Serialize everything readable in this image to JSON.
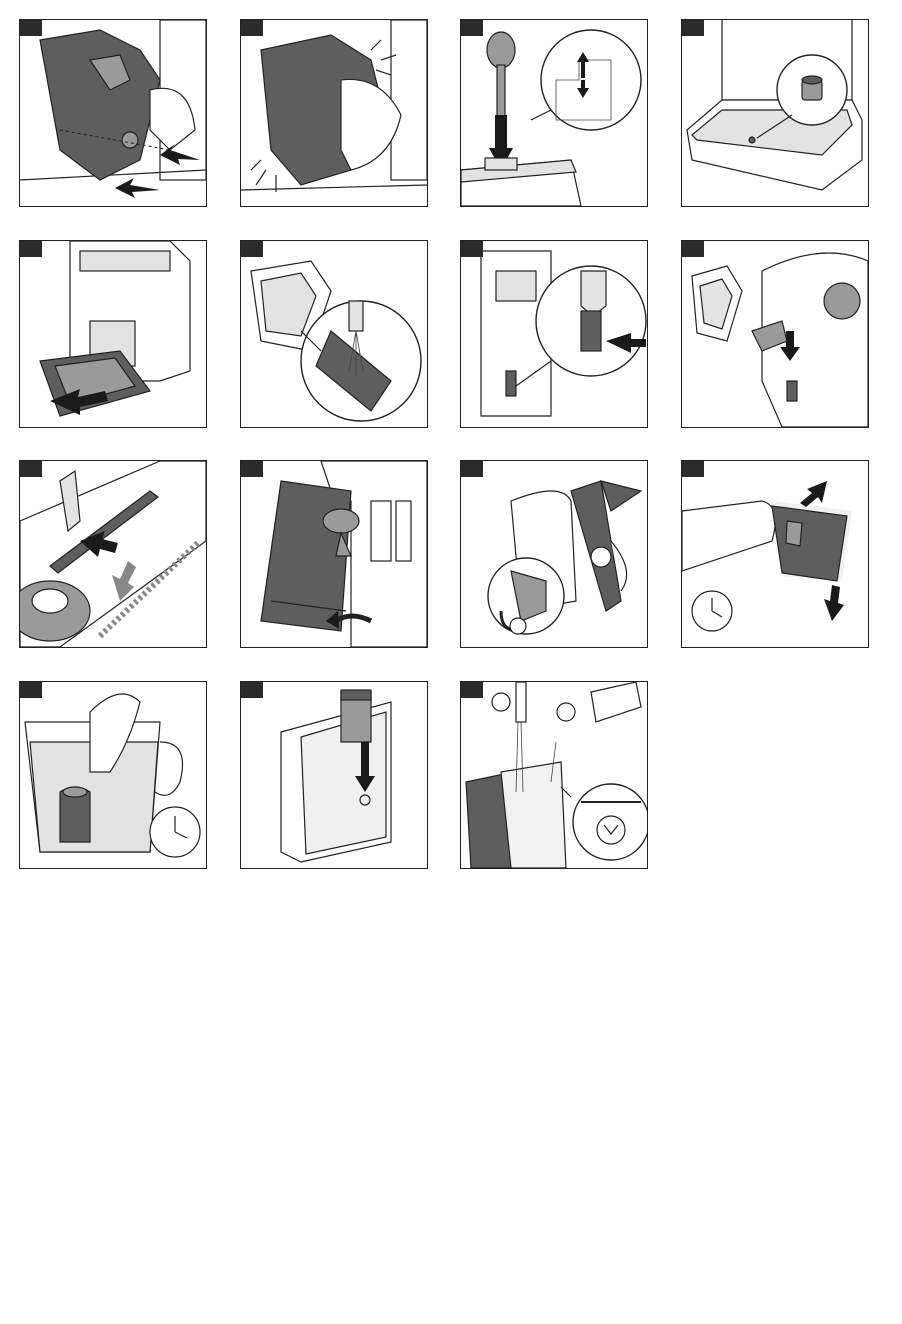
{
  "document": {
    "panels": [
      {
        "id": 1,
        "badge": "",
        "scene": "brew-group-insert"
      },
      {
        "id": 2,
        "badge": "",
        "scene": "brew-group-click"
      },
      {
        "id": 3,
        "badge": "",
        "scene": "spoon-ground-coffee"
      },
      {
        "id": 4,
        "badge": "",
        "scene": "drip-tray-indicator"
      },
      {
        "id": 5,
        "badge": "",
        "scene": "drip-tray-remove"
      },
      {
        "id": 6,
        "badge": "",
        "scene": "rinse-brew-group"
      },
      {
        "id": 7,
        "badge": "",
        "scene": "lubricate-rail"
      },
      {
        "id": 8,
        "badge": "",
        "scene": "lubricate-piston"
      },
      {
        "id": 9,
        "badge": "",
        "scene": "grease-guide"
      },
      {
        "id": 10,
        "badge": "",
        "scene": "water-tank-attach"
      },
      {
        "id": 11,
        "badge": "",
        "scene": "milk-carafe-clean"
      },
      {
        "id": 12,
        "badge": "",
        "scene": "shake-filter"
      },
      {
        "id": 13,
        "badge": "",
        "scene": "soak-filter-jug"
      },
      {
        "id": 14,
        "badge": "",
        "scene": "insert-filter-tank"
      },
      {
        "id": 15,
        "badge": "",
        "scene": "fill-tank-descaler"
      }
    ]
  }
}
